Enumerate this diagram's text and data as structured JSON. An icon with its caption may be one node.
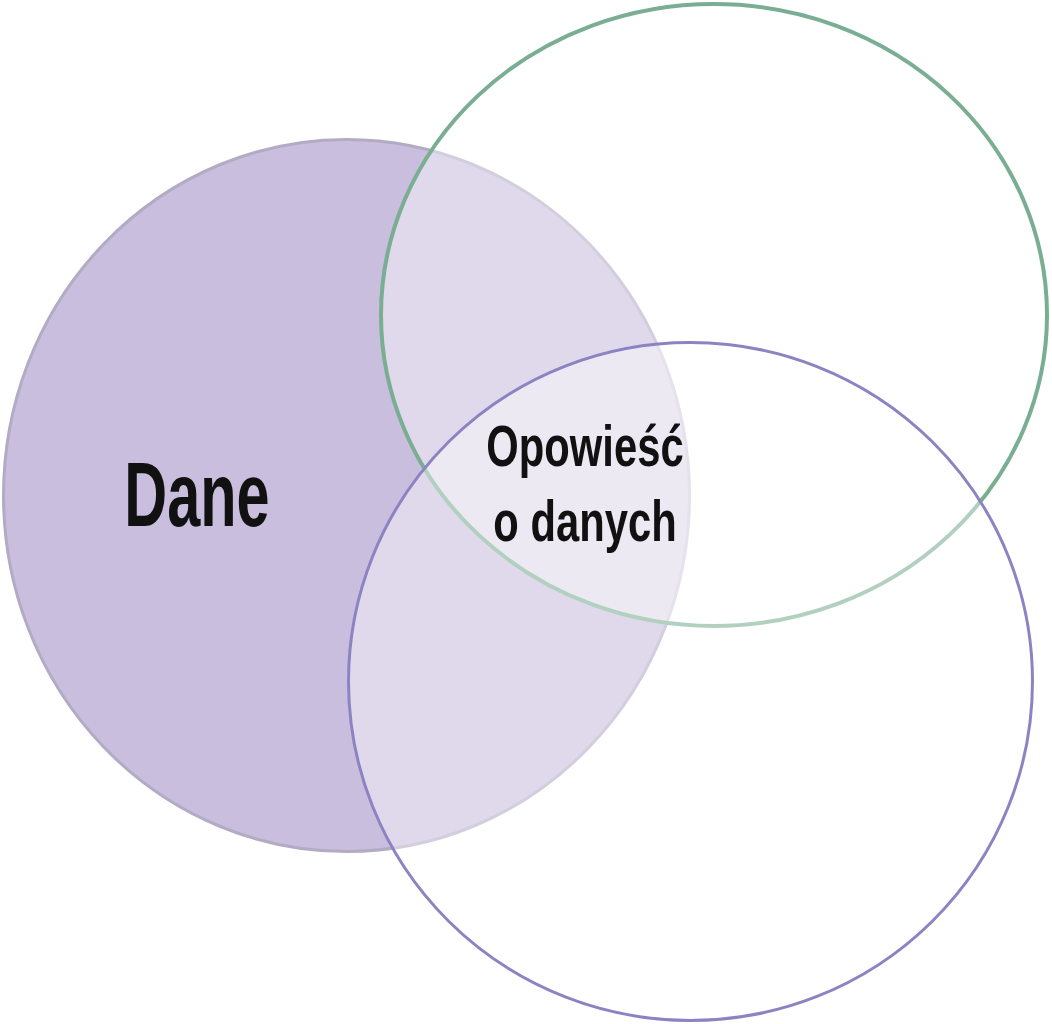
{
  "diagram": {
    "nodes": [
      {
        "text": [
          "Dane"
        ]
      },
      {
        "text": [],
        "shape": "circle"
      },
      {
        "text": [],
        "shape": "circle"
      }
    ],
    "labels": [
      "Opowieść o danych"
    ]
  }
}
